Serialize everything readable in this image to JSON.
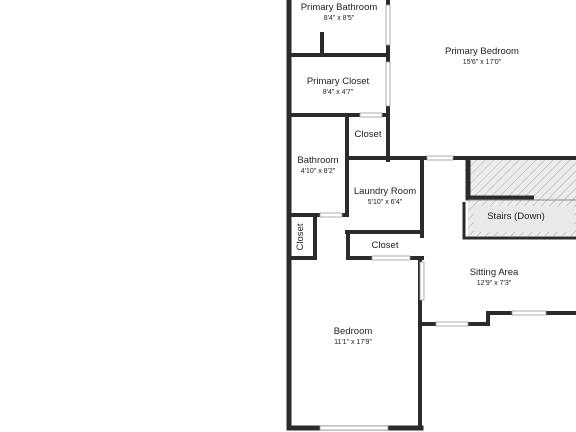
{
  "plan": {
    "rooms": [
      {
        "name": "Primary Bathroom",
        "dims": "8'4\" x 8'5\""
      },
      {
        "name": "Primary Bedroom",
        "dims": "15'6\" x 17'0\""
      },
      {
        "name": "Primary Closet",
        "dims": "8'4\" x 4'7\""
      },
      {
        "name": "Closet",
        "dims": ""
      },
      {
        "name": "Bathroom",
        "dims": "4'10\" x 8'2\""
      },
      {
        "name": "Laundry Room",
        "dims": "5'10\" x 6'4\""
      },
      {
        "name": "Stairs (Down)",
        "dims": ""
      },
      {
        "name": "Closet",
        "dims": ""
      },
      {
        "name": "Closet",
        "dims": ""
      },
      {
        "name": "Sitting Area",
        "dims": "12'9\" x 7'3\""
      },
      {
        "name": "Bedroom",
        "dims": "11'1\" x 17'9\""
      }
    ]
  },
  "colors": {
    "wall": "#2b2b2b",
    "floor": "#ffffff",
    "stairs": "#e6e6e6",
    "hatch": "#9a9a9a"
  }
}
